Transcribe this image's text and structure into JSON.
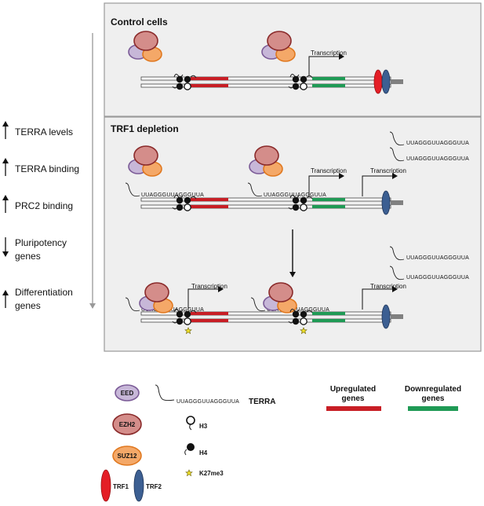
{
  "panels": {
    "control_title": "Control cells",
    "trf1_title": "TRF1 depletion"
  },
  "labels": {
    "transcription": "Transcription",
    "terra_seq": "UUAGGGUUAGGGUUA"
  },
  "side_effects": [
    {
      "dir": "up",
      "lines": [
        "TERRA levels"
      ]
    },
    {
      "dir": "up",
      "lines": [
        "TERRA binding"
      ]
    },
    {
      "dir": "up",
      "lines": [
        "PRC2 binding"
      ]
    },
    {
      "dir": "down",
      "lines": [
        "Pluripotency",
        "genes"
      ]
    },
    {
      "dir": "up",
      "lines": [
        "Differentiation",
        "genes"
      ]
    }
  ],
  "legend": {
    "eed": "EED",
    "ezh2": "EZH2",
    "suz12": "SUZ12",
    "trf1": "TRF1",
    "trf2": "TRF2",
    "terra_seq": "UUAGGGUUAGGGUUA",
    "terra": "TERRA",
    "h3": "H3",
    "h4": "H4",
    "k27": "K27me3",
    "up_genes": [
      "Upregulated",
      "genes"
    ],
    "down_genes": [
      "Downregulated",
      "genes"
    ]
  },
  "colors": {
    "eed": "#c7b7d8",
    "ezh2": "#d48d8a",
    "suz12": "#f4a868",
    "upregulated": "#c81e25",
    "downregulated": "#1f9a55",
    "trf1": "#e41e26",
    "trf2": "#3c5f92",
    "panel_bg": "#efefef"
  }
}
